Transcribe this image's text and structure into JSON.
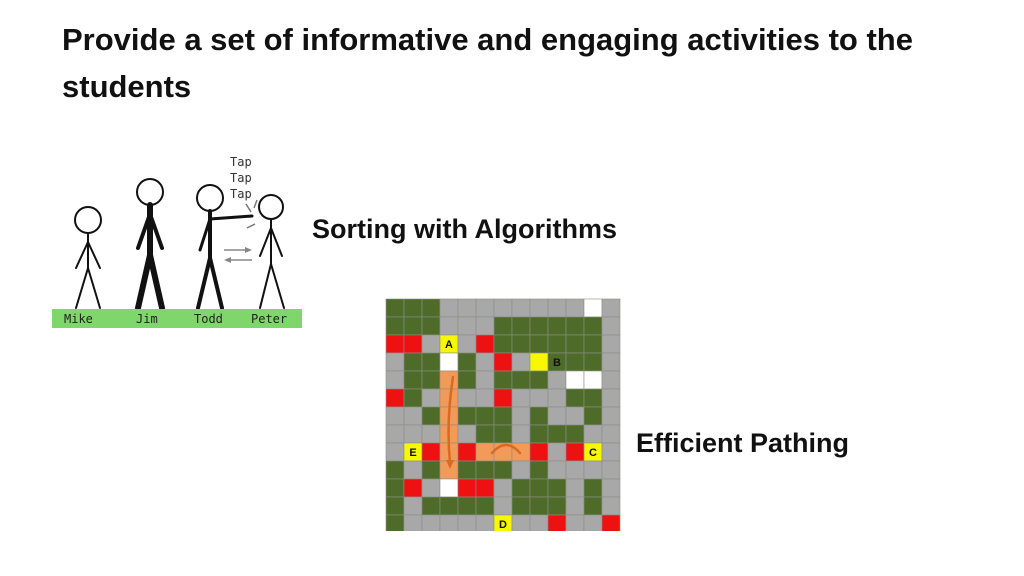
{
  "slide": {
    "title": "Provide a set of informative and engaging activities to the students"
  },
  "activities": [
    {
      "label": "Sorting with Algorithms",
      "illustration": {
        "sound_text": [
          "Tap",
          "Tap",
          "Tap"
        ],
        "names": [
          "Mike",
          "Jim",
          "Todd",
          "Peter"
        ],
        "ground_color": "#7fd66a"
      }
    },
    {
      "label": "Efficient Pathing",
      "illustration": {
        "markers": [
          "A",
          "B",
          "C",
          "D",
          "E"
        ],
        "colors": {
          "wall": "#4f6b2a",
          "path": "#a8a8a8",
          "blocked": "#ee1111",
          "open": "#ffffff",
          "marker": "#f7f700",
          "route": "#f29a5a"
        }
      }
    }
  ]
}
